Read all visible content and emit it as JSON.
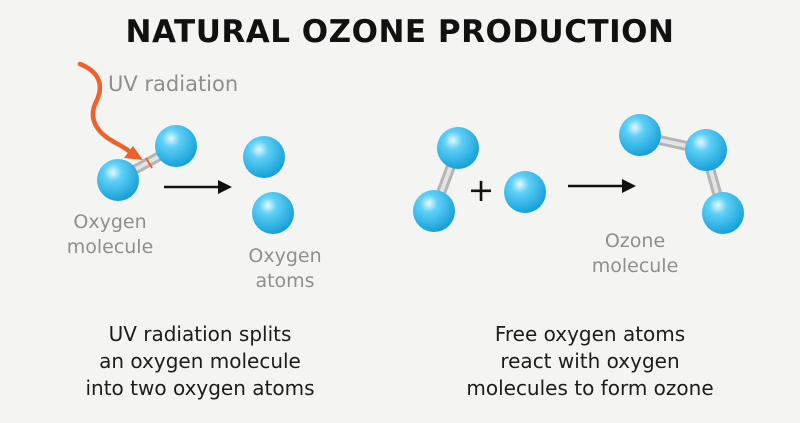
{
  "title": "NATURAL OZONE PRODUCTION",
  "left_panel": {
    "uv_label": "UV radiation",
    "molecule_label": [
      "Oxygen",
      "molecule"
    ],
    "atoms_label": [
      "Oxygen",
      "atoms"
    ],
    "caption": [
      "UV radiation splits",
      "an oxygen molecule",
      "into two oxygen atoms"
    ]
  },
  "right_panel": {
    "plus": "+",
    "ozone_label": [
      "Ozone",
      "molecule"
    ],
    "caption": [
      "Free oxygen atoms",
      "react with oxygen",
      "molecules to form ozone"
    ]
  },
  "colors": {
    "atom": "#1fb3ea",
    "atom_highlight": "#c9f0ff",
    "bond": "#c6c6c6",
    "uv_arrow": "#f0602b",
    "arrow": "#111111",
    "label": "#8f8f8f"
  }
}
